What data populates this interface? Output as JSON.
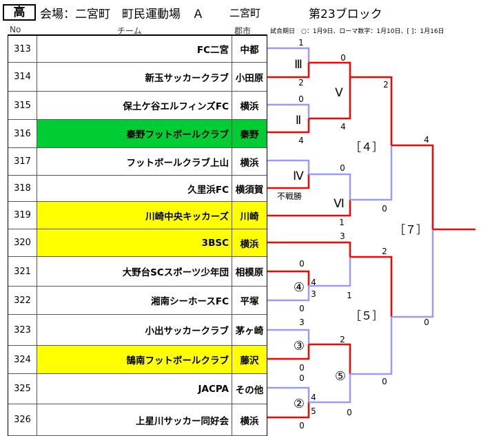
{
  "header": {
    "level_badge": "高",
    "venue": "会場：二宮町　町民運動場　Ａ",
    "town": "二宮町",
    "block": "第23ブロック",
    "col_no": "No",
    "col_team": "チーム",
    "col_city": "郡市",
    "legend": "試合期日　○：1月9日、ローマ数字：1月10日、[ ]：1月16日"
  },
  "colors": {
    "winner_line": "#ff0000",
    "loser_line": "#9999ff",
    "green_row": "#00cc33",
    "yellow_row": "#ffff00"
  },
  "teams": [
    {
      "no": "313",
      "name": "FC二宮",
      "city": "中都",
      "highlight": "none"
    },
    {
      "no": "314",
      "name": "新玉サッカークラブ",
      "city": "小田原",
      "highlight": "none"
    },
    {
      "no": "315",
      "name": "保土ケ谷エルフィンズFC",
      "city": "横浜",
      "highlight": "none"
    },
    {
      "no": "316",
      "name": "秦野フットボールクラブ",
      "city": "秦野",
      "highlight": "green"
    },
    {
      "no": "317",
      "name": "フットボールクラブ上山",
      "city": "横浜",
      "highlight": "none"
    },
    {
      "no": "318",
      "name": "久里浜FC",
      "city": "横須賀",
      "highlight": "none"
    },
    {
      "no": "319",
      "name": "川崎中央キッカーズ",
      "city": "川崎",
      "highlight": "yellow"
    },
    {
      "no": "320",
      "name": "3BSC",
      "city": "横浜",
      "highlight": "yellow"
    },
    {
      "no": "321",
      "name": "大野台SCスポーツ少年団",
      "city": "相模原",
      "highlight": "none"
    },
    {
      "no": "322",
      "name": "湘南シーホースFC",
      "city": "平塚",
      "highlight": "none"
    },
    {
      "no": "323",
      "name": "小出サッカークラブ",
      "city": "茅ヶ崎",
      "highlight": "none"
    },
    {
      "no": "324",
      "name": "鵠南フットボールクラブ",
      "city": "藤沢",
      "highlight": "yellow"
    },
    {
      "no": "325",
      "name": "JACPA",
      "city": "その他",
      "highlight": "none"
    },
    {
      "no": "326",
      "name": "上星川サッカー同好会",
      "city": "横浜",
      "highlight": "none"
    }
  ],
  "bracket": {
    "labels": [
      "Ⅲ",
      "Ⅱ",
      "Ⅴ",
      "Ⅳ",
      "Ⅵ",
      "［４］",
      "［７］",
      "④",
      "③",
      "⑤",
      "［５］",
      "②"
    ],
    "walkover": "不戦勝",
    "scores": [
      "1",
      "2",
      "0",
      "4",
      "0",
      "4",
      "2",
      "4",
      "0",
      "0",
      "1",
      "3",
      "2",
      "0",
      "0",
      "4",
      "3",
      "1",
      "0",
      "3",
      "2",
      "0",
      "0",
      "0",
      "4",
      "5",
      "0",
      "0"
    ]
  }
}
